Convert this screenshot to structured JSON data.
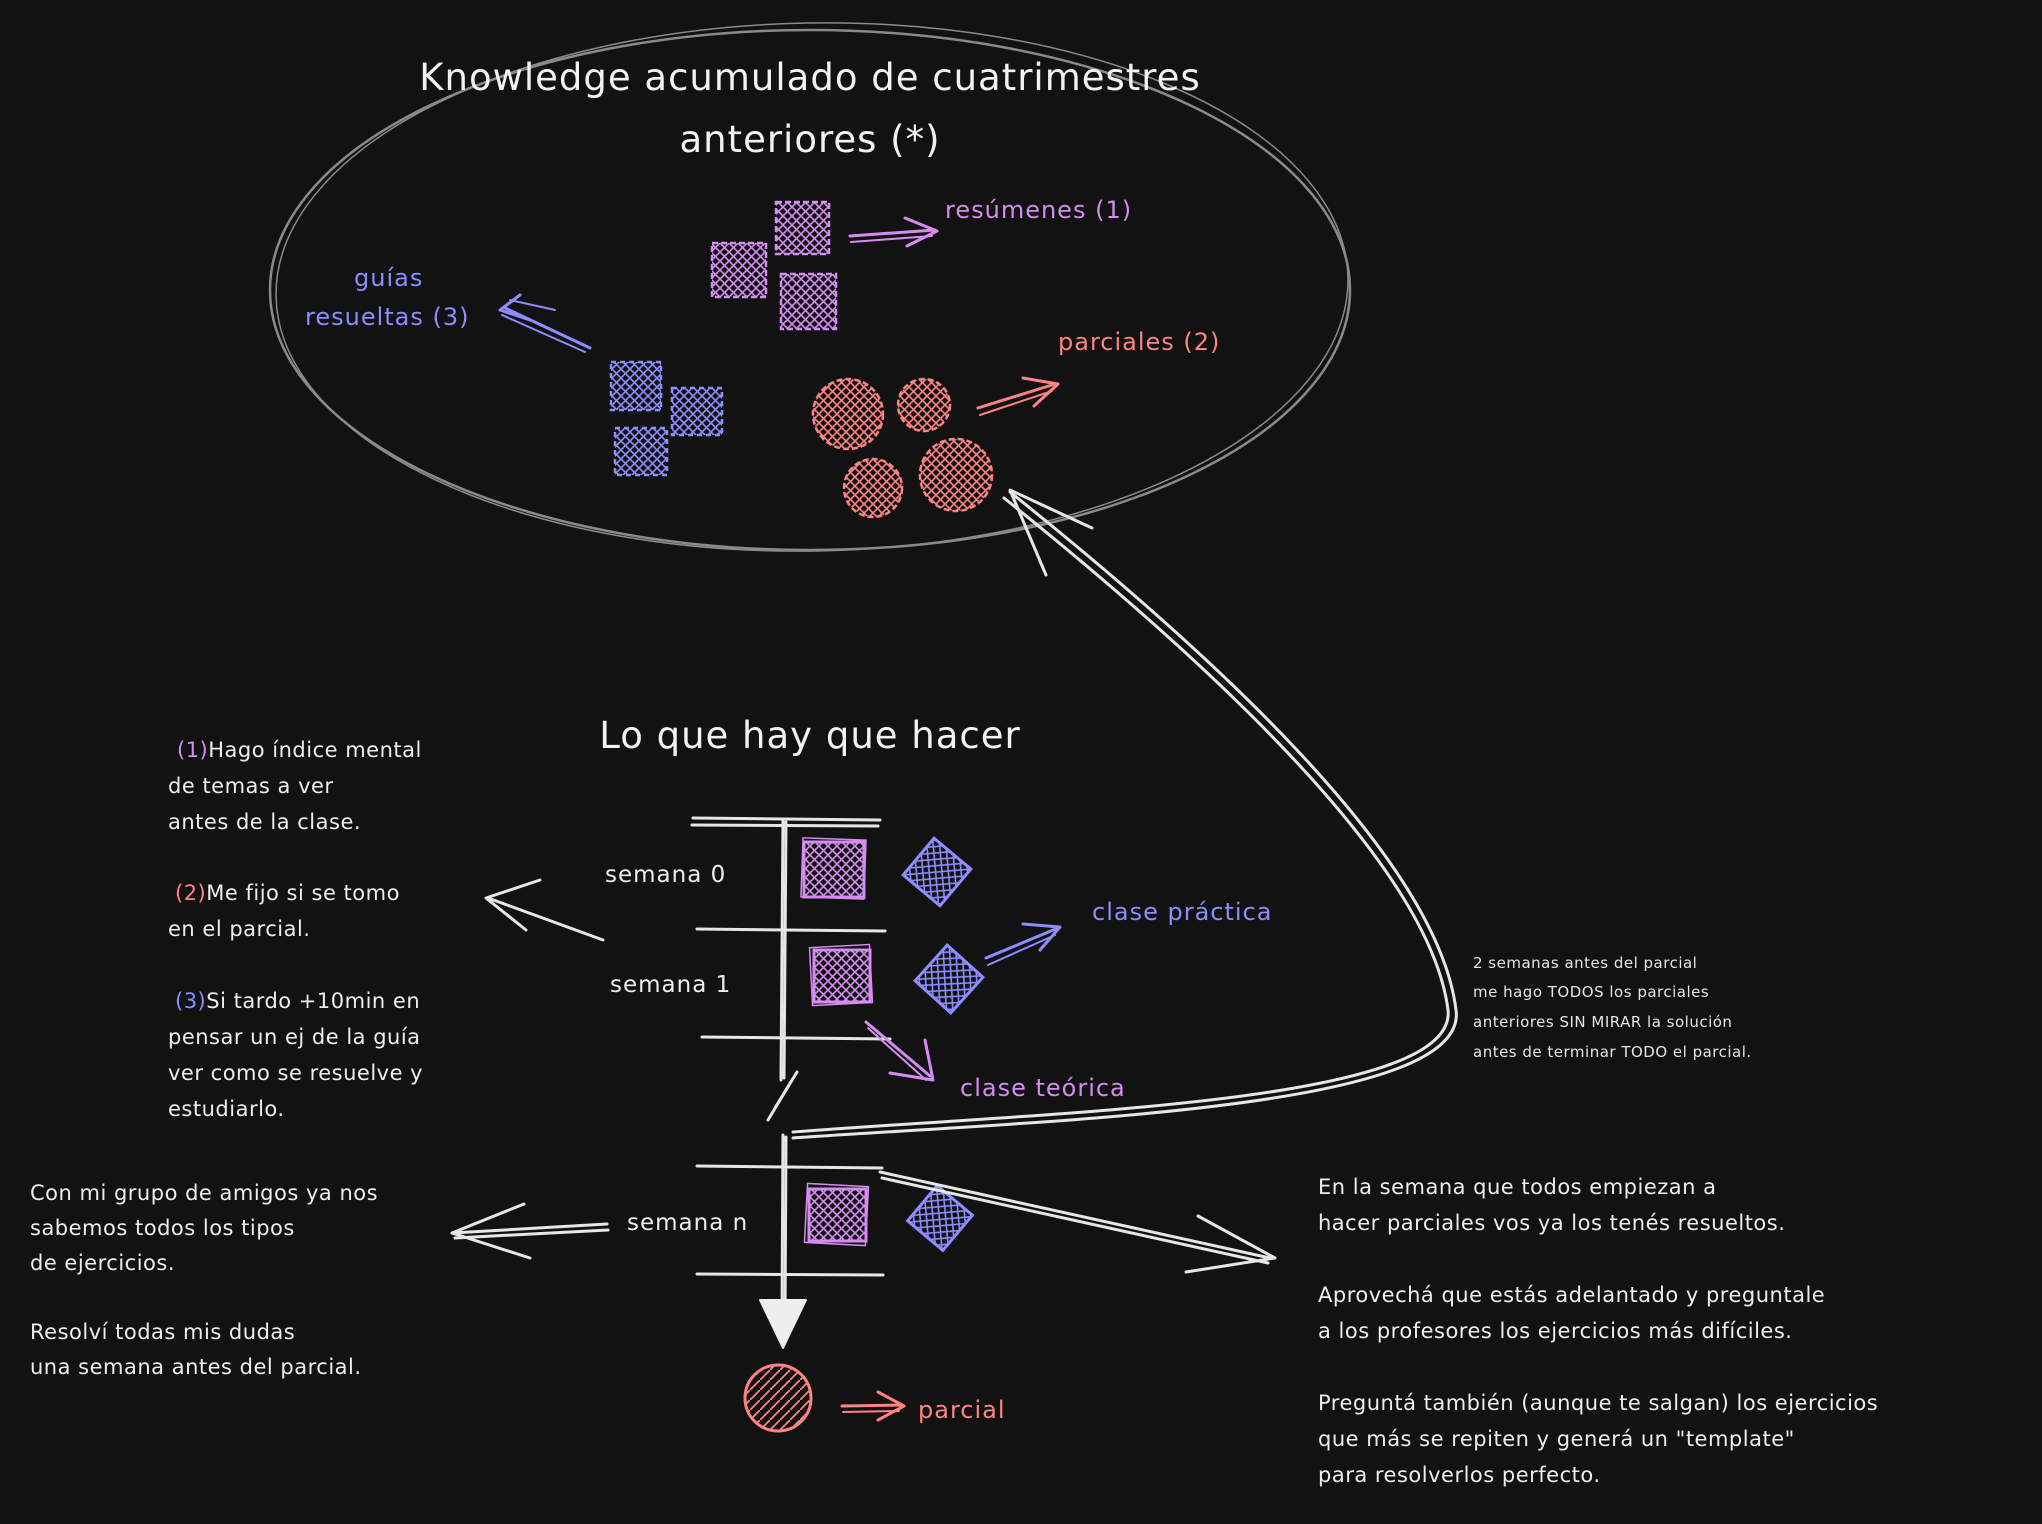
{
  "palette": {
    "background": "#121212",
    "text": "#eeeeee",
    "purple": "#d58cf0",
    "red": "#ff8383",
    "blue": "#8d8dff",
    "ellipse": "#8a8a8a"
  },
  "knowledge": {
    "title_line1": "Knowledge acumulado de cuatrimestres",
    "title_line2": "anteriores (*)",
    "resumenes": "resúmenes (1)",
    "parciales": "parciales (2)",
    "guias_line1": "guías",
    "guias_line2": "resueltas (3)"
  },
  "plan": {
    "title": "Lo que hay que hacer",
    "weeks": [
      "semana 0",
      "semana 1",
      "semana n"
    ],
    "clase_practica": "clase práctica",
    "clase_teorica": "clase teórica",
    "parcial": "parcial"
  },
  "left_notes": {
    "n1_num": "(1)",
    "n1_l1": "Hago índice mental",
    "n1_l2": "de temas a ver",
    "n1_l3": "antes de la clase.",
    "n2_num": "(2)",
    "n2_l1": "Me fijo si se tomo",
    "n2_l2": "en el parcial.",
    "n3_num": "(3)",
    "n3_l1": "Si tardo +10min en",
    "n3_l2": "pensar un ej de la guía",
    "n3_l3": "ver como se resuelve y",
    "n3_l4": "estudiarlo."
  },
  "bottom_left": {
    "l1": "Con mi grupo de amigos ya nos",
    "l2": "sabemos todos los tipos",
    "l3": "de ejercicios.",
    "l4": "Resolví todas mis dudas",
    "l5": "una semana antes del parcial."
  },
  "right_note": {
    "l1": "2 semanas antes del parcial",
    "l2": "me hago TODOS los parciales",
    "l3": "anteriores SIN MIRAR la solución",
    "l4": "antes de terminar TODO el parcial."
  },
  "bottom_right": {
    "l1": "En la semana que todos empiezan a",
    "l2": "hacer parciales vos ya los tenés resueltos.",
    "l3": "Aprovechá que estás adelantado y preguntale",
    "l4": "a los profesores los ejercicios más difíciles.",
    "l5": "Preguntá también (aunque te salgan) los ejercicios",
    "l6": "que más se repiten y generá un \"template\"",
    "l7": "para resolverlos perfecto."
  }
}
